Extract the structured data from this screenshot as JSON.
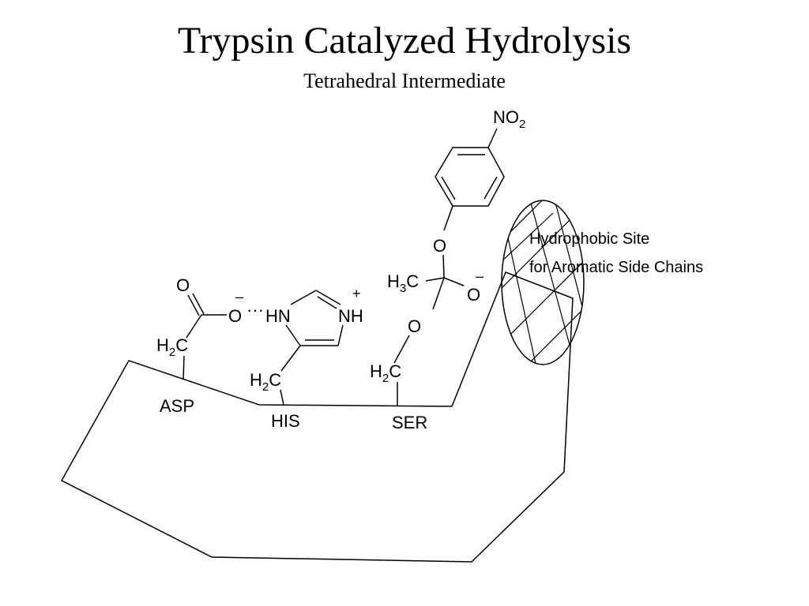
{
  "title": "Trypsin Catalyzed Hydrolysis",
  "subtitle": "Tetrahedral Intermediate",
  "residues": {
    "asp": "ASP",
    "his": "HIS",
    "ser": "SER"
  },
  "site_label": {
    "line1": "Hydrophobic Site",
    "line2": "for Aromatic Side Chains"
  },
  "atoms": {
    "no2": "NO",
    "no2_sub": "2",
    "ring_o": "O",
    "h3c": "H",
    "h3c_sub": "3",
    "h3c_c": "C",
    "alkoxide_o": "O",
    "alkoxide_charge": "–",
    "ser_o": "O",
    "ser_h2c": "H",
    "ser_h2c_sub": "2",
    "ser_h2c_c": "C",
    "asp_carbonyl_o": "O",
    "asp_o": "O",
    "asp_charge": "–",
    "hbond": "···",
    "asp_h2c": "H",
    "asp_h2c_sub": "2",
    "asp_h2c_c": "C",
    "his_hn": "HN",
    "his_nh": "NH",
    "his_charge": "+",
    "his_h2c": "H",
    "his_h2c_sub": "2",
    "his_h2c_c": "C"
  }
}
